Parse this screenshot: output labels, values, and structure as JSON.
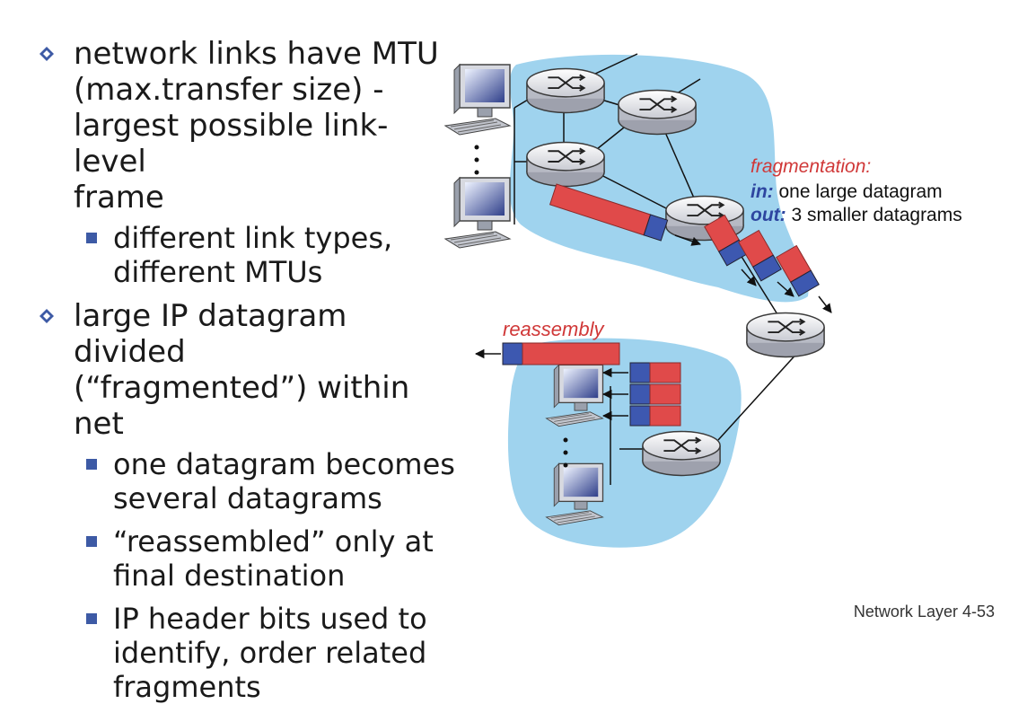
{
  "bullets": [
    {
      "lines": [
        "network links have MTU",
        "(max.transfer size) -",
        "largest possible link-level",
        "frame"
      ],
      "sub": [
        {
          "lines": [
            "different link types,",
            "different MTUs"
          ]
        }
      ]
    },
    {
      "lines": [
        "large IP datagram divided",
        "(“fragmented”) within net"
      ],
      "sub": [
        {
          "lines": [
            "one datagram becomes",
            "several datagrams"
          ]
        },
        {
          "lines": [
            "“reassembled” only at",
            "final destination"
          ]
        },
        {
          "lines": [
            "IP header bits used to",
            "identify, order related",
            "fragments"
          ]
        }
      ]
    }
  ],
  "diagram": {
    "fragmentation_title": "fragmentation:",
    "in_label": "in:",
    "in_text": " one large datagram",
    "out_label": "out:",
    "out_text": " 3 smaller datagrams",
    "reassembly_title": "reassembly",
    "colors": {
      "cloud": "#9fd3ee",
      "datagram_body": "#e04a4a",
      "datagram_header": "#3d58b0",
      "label_red": "#d03838",
      "label_blue": "#2e46a0"
    }
  },
  "footer": "Network Layer 4-53"
}
